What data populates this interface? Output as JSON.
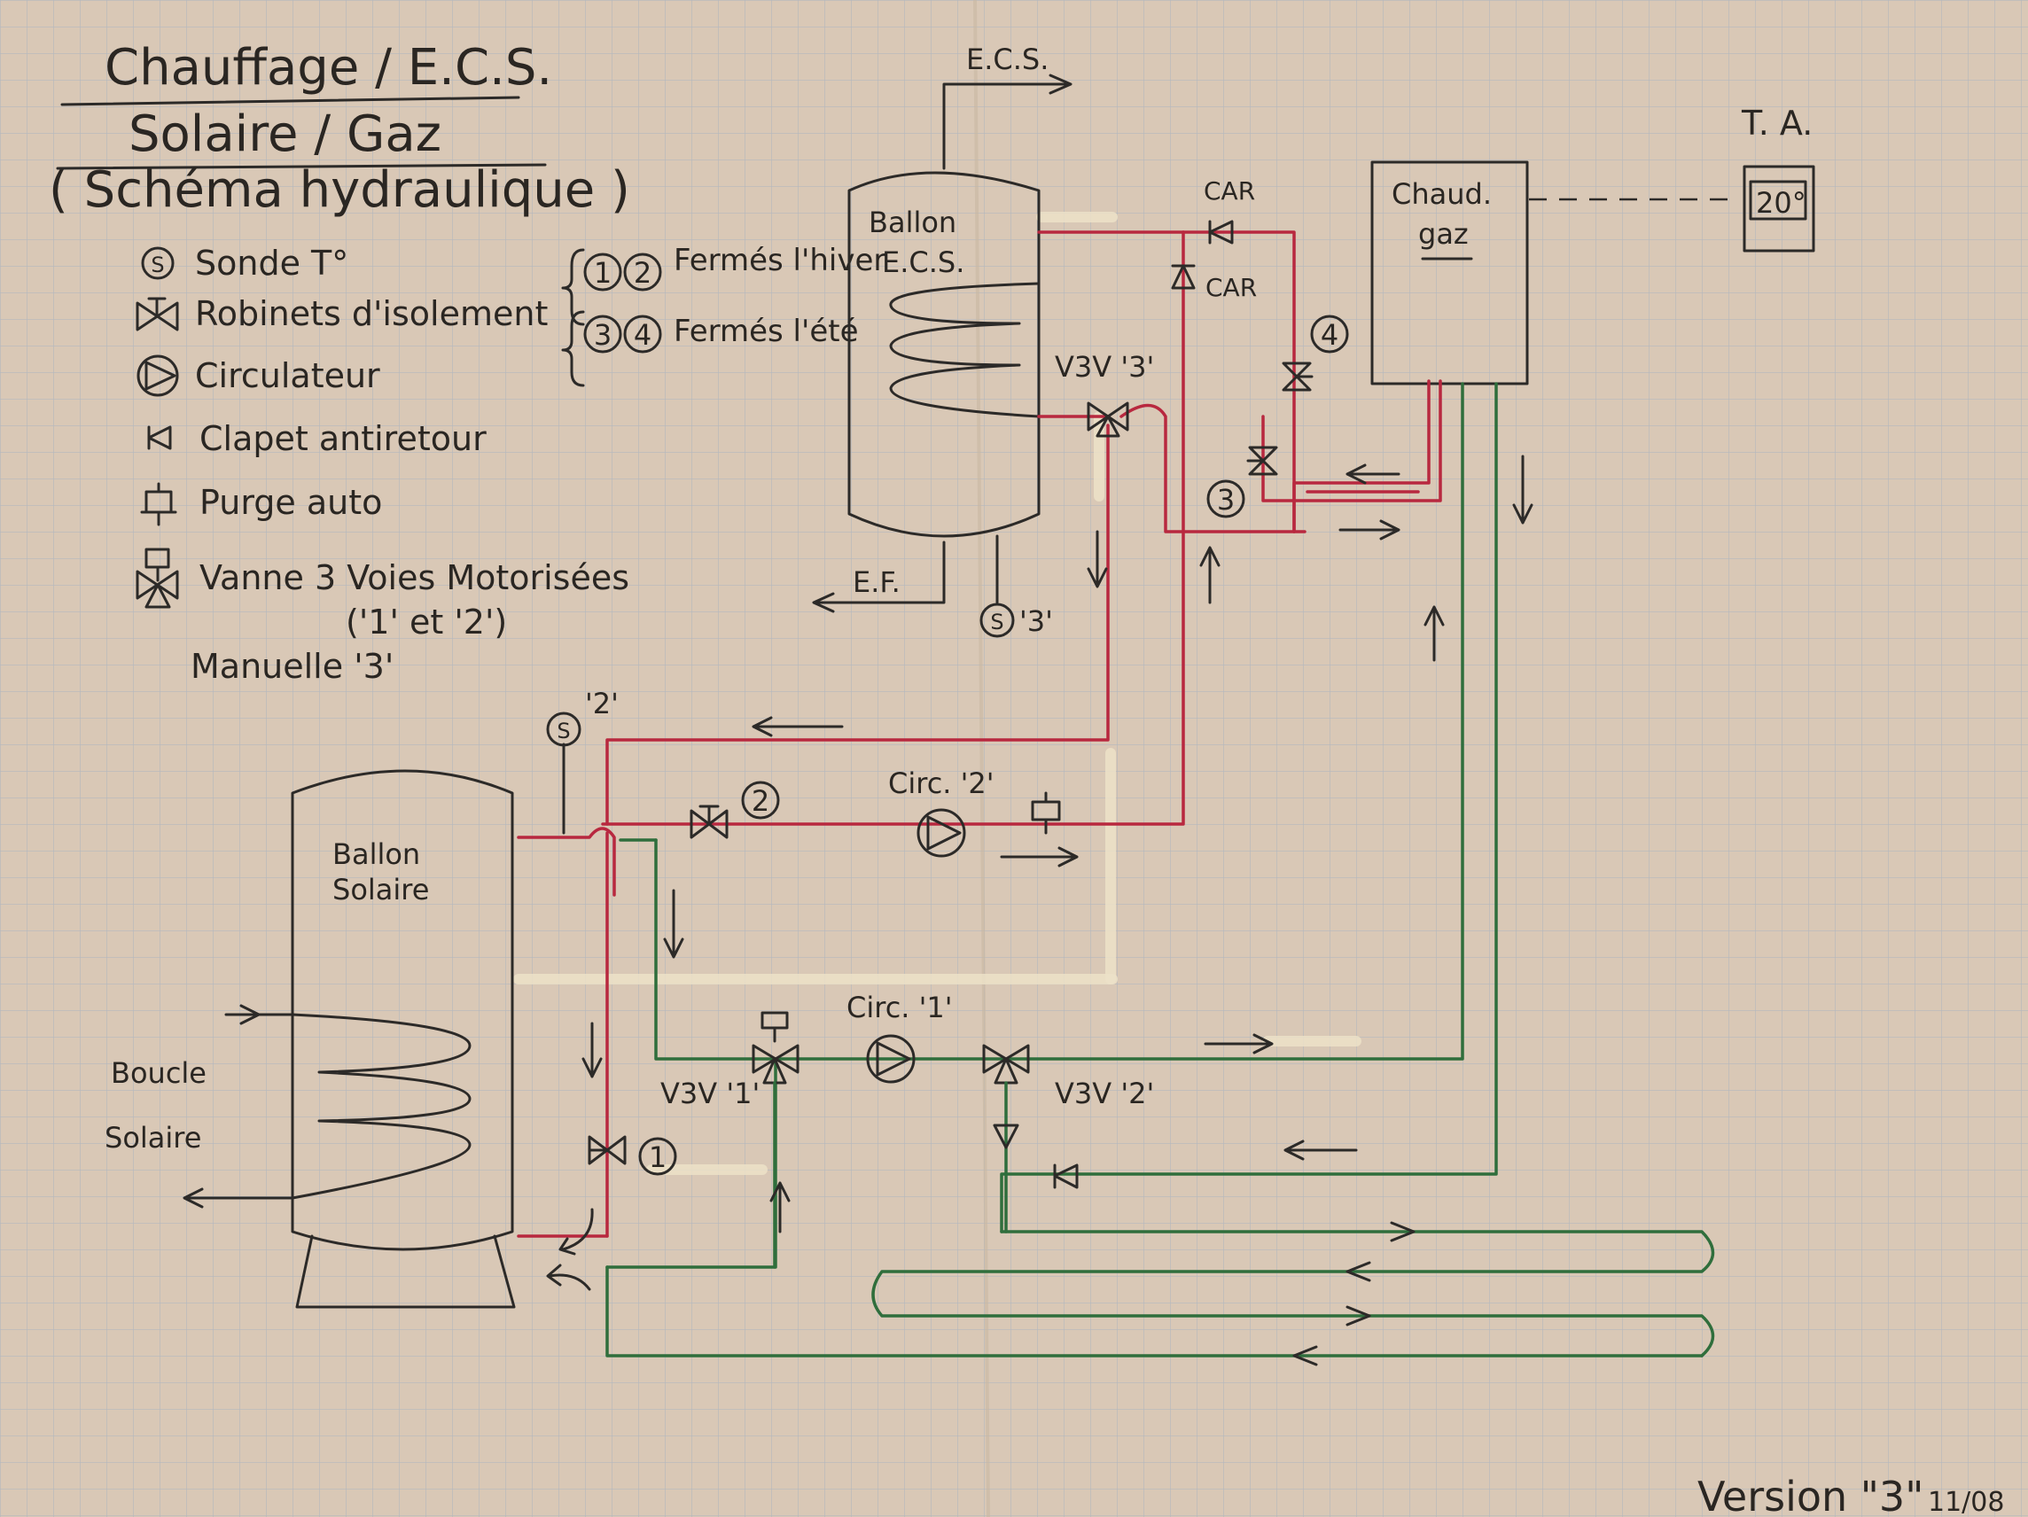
{
  "title": {
    "line1": "Chauffage / E.C.S.",
    "line2": "Solaire / Gaz",
    "line3": "( Schéma hydraulique )"
  },
  "legend": {
    "sonde": "Sonde T°",
    "robinets": "Robinets d'isolement",
    "circulateur": "Circulateur",
    "clapet": "Clapet antiretour",
    "purge": "Purge auto",
    "vanne": "Vanne 3 Voies Motorisées",
    "vanne_sub": "('1' et '2')",
    "vanne_manuelle": "Manuelle '3'",
    "closed_winter": "Fermés l'hiver",
    "closed_summer": "Fermés l'été"
  },
  "labels": {
    "ecs_out": "E.C.S.",
    "ef_in": "E.F.",
    "ballon_ecs_1": "Ballon",
    "ballon_ecs_2": "E.C.S.",
    "ballon_sol_1": "Ballon",
    "ballon_sol_2": "Solaire",
    "chaud_1": "Chaud.",
    "chaud_2": "gaz",
    "ta": "T. A.",
    "ta_value": "20°",
    "car1": "CAR",
    "car2": "CAR",
    "v3v3": "V3V '3'",
    "v3v1": "V3V '1'",
    "v3v2": "V3V '2'",
    "circ2": "Circ. '2'",
    "circ1": "Circ. '1'",
    "sonde2": "'2'",
    "sonde3": "'3'",
    "boucle_1": "Boucle",
    "boucle_2": "Solaire",
    "version": "Version \"3\"",
    "date": "11/08"
  },
  "numbers": {
    "n1": "1",
    "n2": "2",
    "n3": "3",
    "n4": "4"
  },
  "colors": {
    "paper": "#d9c8b6",
    "grid": "#a6b3c0",
    "ink": "#2c2a28",
    "red": "#b8283f",
    "green": "#2f6e3c"
  }
}
